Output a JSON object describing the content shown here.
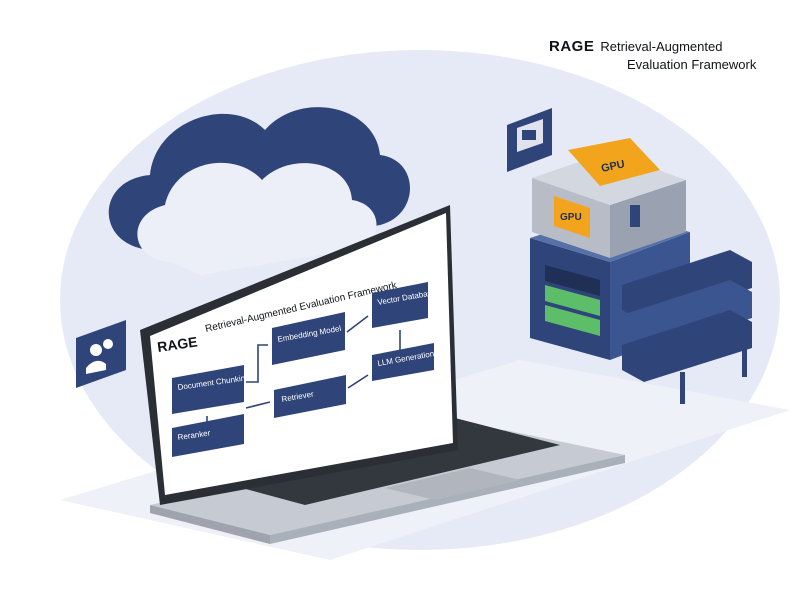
{
  "header": {
    "brand": "RAGE",
    "subtitle_line1": "Retrieval-Augmented",
    "subtitle_line2": "Evaluation Framework"
  },
  "laptop_screen": {
    "brand": "RAGE",
    "title": "Retrieval-Augmented Evaluation Framework",
    "nodes": {
      "document_chunking": "Document Chunking",
      "embedding_model": "Embedding Model",
      "vector_database": "Vector Database",
      "retriever": "Retriever",
      "llm_generation": "LLM Generation",
      "reranker": "Reranker"
    }
  },
  "gpu_unit": {
    "label_top": "GPU",
    "label_side": "GPU"
  },
  "icons": {
    "cloud": "cloud-icon",
    "user_group": "user-group-icon",
    "gpu_chip": "gpu-chip-icon",
    "server_rack": "server-rack-icon",
    "laptop": "laptop-icon"
  },
  "colors": {
    "navy": "#2f4579",
    "light_blue": "#e4e9f7",
    "accent_orange": "#f2a51c",
    "accent_green": "#5dbe6a",
    "server_gray": "#b7bcc7"
  }
}
